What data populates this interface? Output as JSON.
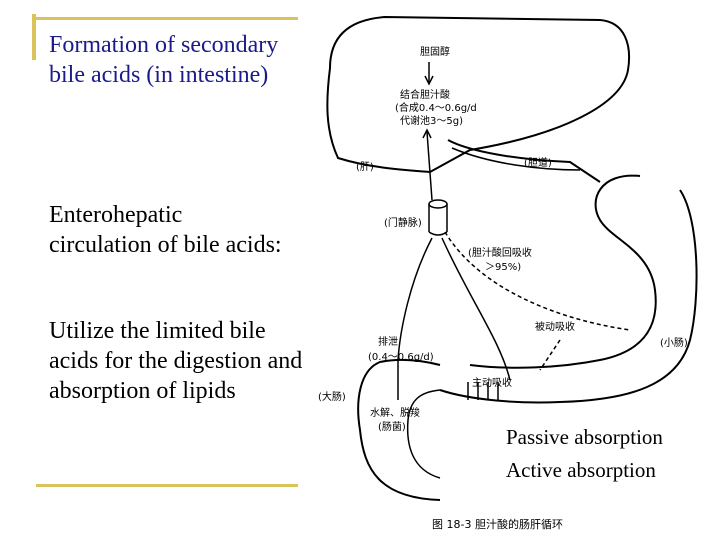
{
  "colors": {
    "accent": "#d9c35a",
    "title_text": "#1a1a8a"
  },
  "slide": {
    "title": "Formation of secondary bile acids (in intestine)",
    "subtitle": "Enterohepatic circulation of bile acids:",
    "body": "Utilize the limited bile acids for the digestion and absorption of lipids"
  },
  "diagram": {
    "label_cholesterol": "胆固醇",
    "label_conj_1": "结合胆汁酸",
    "label_conj_2": "(合成0.4～0.6g/d",
    "label_conj_3": "代谢池3～5g)",
    "label_liver": "(肝)",
    "label_bile_duct": "(胆道)",
    "label_portal_vein": "(门静脉)",
    "label_reabsorb_1": "(胆汁酸回吸收",
    "label_reabsorb_2": "＞95%)",
    "label_passive": "被动吸收",
    "label_small_intestine": "(小肠)",
    "label_excrete_1": "排泄",
    "label_excrete_2": "(0.4～0.6g/d)",
    "label_active": "主动吸收",
    "label_large_intestine": "(大肠)",
    "label_hydrolysis_1": "水解、脱羧",
    "label_hydrolysis_2": "(肠菌)",
    "caption": "图 18-3  胆汁酸的肠肝循环"
  },
  "overlay": {
    "passive": "Passive absorption",
    "active": "Active absorption"
  }
}
